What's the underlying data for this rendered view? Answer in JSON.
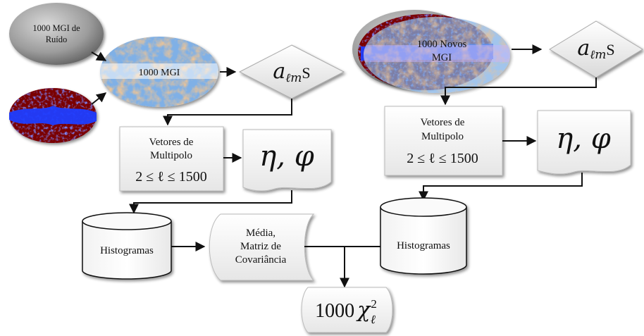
{
  "left": {
    "noise_map_label": "1000 MGI de Ruído",
    "map_label": "1000 MGI",
    "alm_main": "a",
    "alm_sub": "ℓm",
    "alm_suffix": "S",
    "vectors_line1": "Vetores de",
    "vectors_line2": "Multipolo",
    "range": "2 ≤ ℓ ≤ 1500",
    "eta_phi": "η,  φ",
    "histograms": "Histogramas",
    "stats_line1": "Média,",
    "stats_line2": "Matriz de",
    "stats_line3": "Covariância"
  },
  "right": {
    "map_label_line1": "1000 Novos",
    "map_label_line2": "MGI",
    "alm_main": "a",
    "alm_sub": "ℓm",
    "alm_suffix": "S",
    "vectors_line1": "Vetores de",
    "vectors_line2": "Multipolo",
    "range": "2 ≤ ℓ ≤ 1500",
    "eta_phi": "η,  φ",
    "histograms": "Histogramas"
  },
  "result": {
    "count": "1000",
    "symbol": "χ",
    "sup": "2",
    "sub": "ℓ"
  },
  "colors": {
    "map_blue": "#4d8fd6",
    "map_orange": "#d9a15a",
    "mask_red": "#7a0000",
    "mask_blue": "#1f3dff",
    "noise_gray": "#9a9a9a"
  }
}
